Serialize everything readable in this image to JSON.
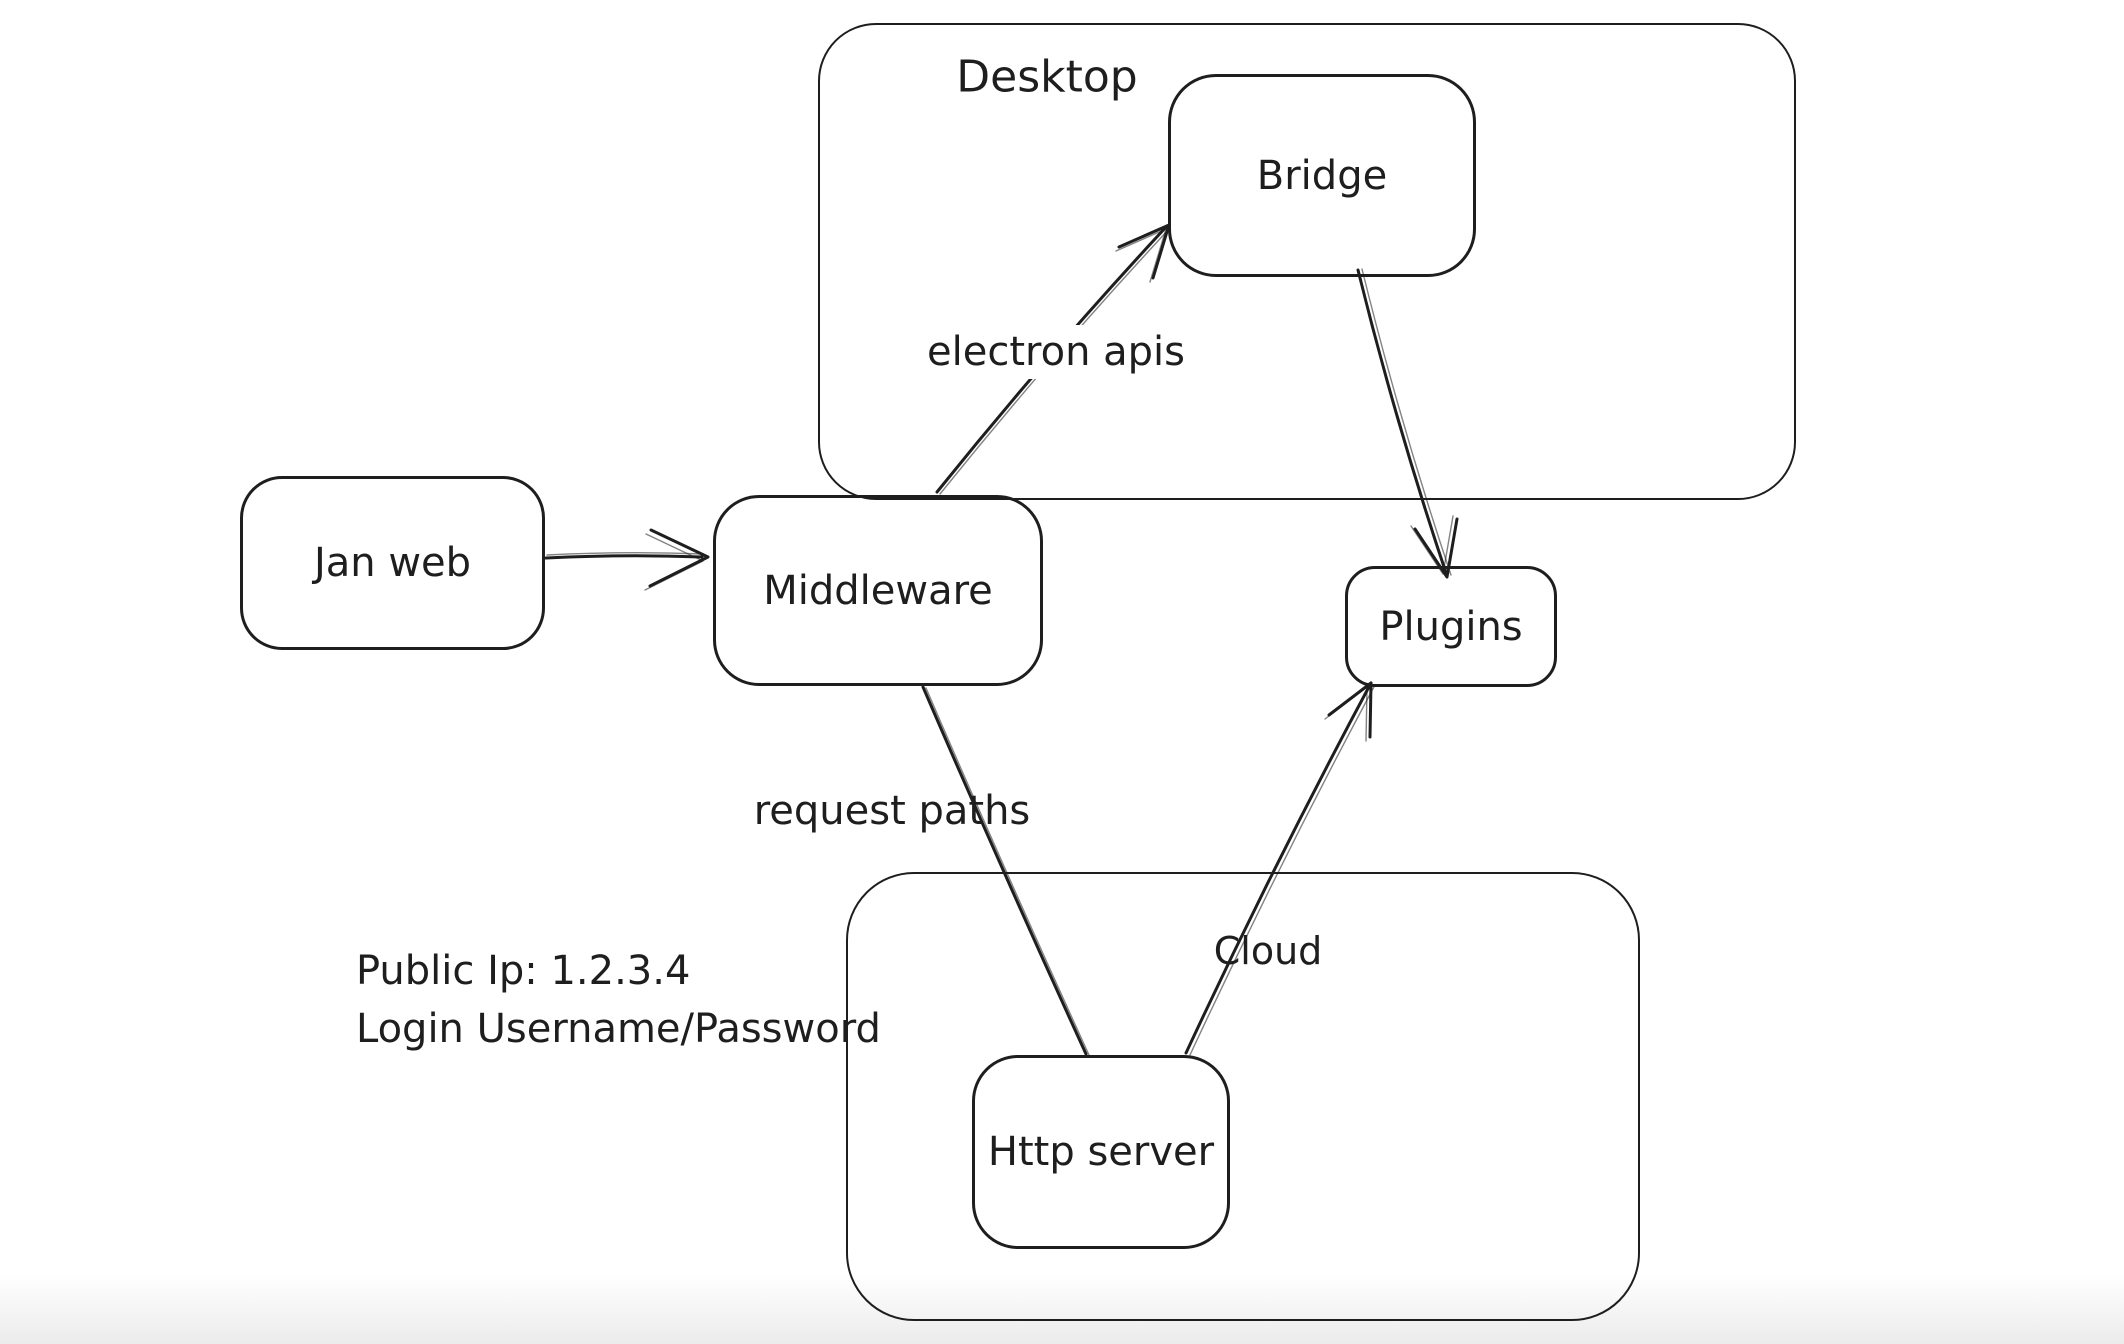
{
  "colors": {
    "stroke": "#1e1e1e",
    "text": "#1e1e1e",
    "background": "#ffffff"
  },
  "containers": {
    "desktop": {
      "label": "Desktop"
    },
    "cloud": {
      "label": "Cloud"
    }
  },
  "nodes": {
    "jan_web": {
      "label": "Jan web"
    },
    "middleware": {
      "label": "Middleware"
    },
    "bridge": {
      "label": "Bridge"
    },
    "plugins": {
      "label": "Plugins"
    },
    "http_server": {
      "label": "Http server"
    }
  },
  "edges": [
    {
      "from": "Jan web",
      "to": "Middleware",
      "label": ""
    },
    {
      "from": "Middleware",
      "to": "Bridge",
      "label": "electron apis"
    },
    {
      "from": "Bridge",
      "to": "Plugins",
      "label": ""
    },
    {
      "from": "Middleware",
      "to": "Http server",
      "label": "request paths"
    },
    {
      "from": "Http server",
      "to": "Plugins",
      "label": ""
    }
  ],
  "annotation": {
    "line1": "Public Ip: 1.2.3.4",
    "line2": "Login Username/Password"
  }
}
